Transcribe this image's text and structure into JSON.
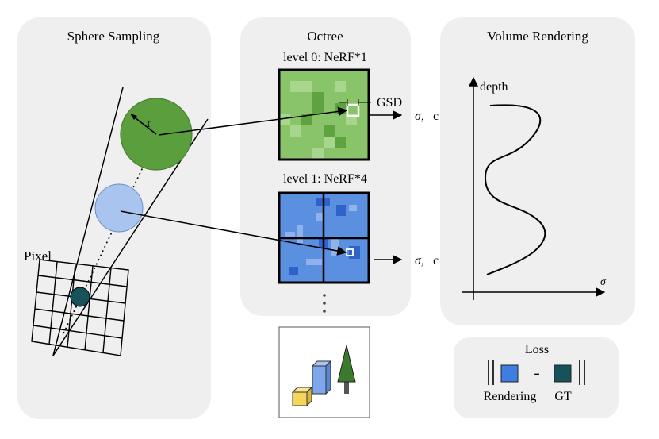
{
  "panels": {
    "sphere": {
      "title": "Sphere Sampling",
      "radius_label": "r",
      "pixel_label": "Pixel"
    },
    "octree": {
      "title": "Octree",
      "level0": "level 0: NeRF*1",
      "level1": "level 1: NeRF*4",
      "gsd_label": "GSD",
      "ellipsis": "⋮",
      "output_sigma": "σ,",
      "output_c": "c"
    },
    "volume": {
      "title": "Volume Rendering",
      "y_axis": "depth",
      "x_axis": "σ"
    },
    "loss": {
      "title": "Loss",
      "minus": "-",
      "rendering_label": "Rendering",
      "gt_label": "GT"
    }
  },
  "colors": {
    "panel_bg": "#efefef",
    "green_sphere": "#5a9e3e",
    "blue_sphere": "#a9c4ee",
    "pixel_dot": "#17525a",
    "octree_green": "#8ac46a",
    "octree_blue": "#5b8fdf",
    "c_green": "#3c9a2a",
    "c_blue": "#2a55c8",
    "rendering_swatch": "#3f7de0",
    "gt_swatch": "#17525a"
  },
  "icons": [
    "yellow-cube-icon",
    "blue-box-icon",
    "tree-icon"
  ]
}
